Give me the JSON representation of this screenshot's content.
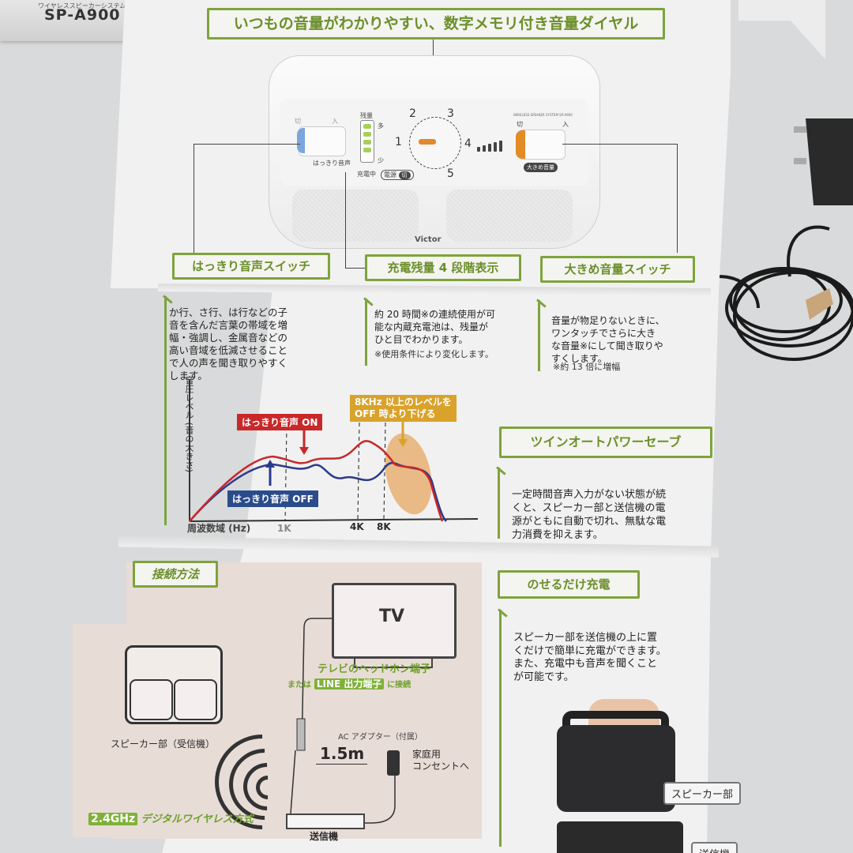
{
  "box": {
    "subtitle": "ワイヤレススピーカーシステム",
    "model": "SP-A900"
  },
  "headline": "いつもの音量がわかりやすい、数字メモリ付き音量ダイヤル",
  "product": {
    "brand": "Victor",
    "left_switch": {
      "off": "切",
      "on": "入",
      "label": "はっきり音声"
    },
    "battery": {
      "title": "残量",
      "high": "多",
      "low": "少",
      "charging": "充電中",
      "power": "電源",
      "power_off": "切"
    },
    "dial_numbers": [
      "1",
      "2",
      "3",
      "4",
      "5"
    ],
    "right_switch": {
      "off": "切",
      "on": "入",
      "label": "大きめ音量",
      "model_text": "WIRELESS SPEAKER SYSTEM SP-A900"
    }
  },
  "feature_labels": {
    "clear_voice": "はっきり音声スイッチ",
    "battery": "充電残量 4 段階表示",
    "loud": "大きめ音量スイッチ",
    "auto_power": "ツインオートパワーセーブ",
    "connection": "接続方法",
    "charge": "のせるだけ充電"
  },
  "descriptions": {
    "clear_voice": "か行、さ行、は行などの子\n音を含んだ言葉の帯域を増\n幅・強調し、金属音などの\n高い音域を低減させること\nで人の声を聞き取りやすく\nします。",
    "battery": "約 20 時間※の連続使用が可\n能な内蔵充電池は、残量が\nひと目でわかります。",
    "battery_note": "※使用条件により変化します。",
    "loud": "音量が物足りないときに、\nワンタッチでさらに大き\nな音量※にして聞き取りや\nすくします。",
    "loud_note": "※約 13 倍に増幅",
    "auto_power": "一定時間音声入力がない状態が続\nくと、スピーカー部と送信機の電\n源がともに自動で切れ、無駄な電\n力消費を抑えます。",
    "charge": "スピーカー部を送信機の上に置\nくだけで簡単に充電ができます。\nまた、充電中も音声を聞くこと\nが可能です。"
  },
  "chart_data": {
    "type": "line",
    "title": "",
    "xlabel": "周波数域 (Hz)",
    "ylabel": "音圧レベル (音の大きさ)",
    "x_ticks": [
      "1K",
      "4K",
      "8K"
    ],
    "series": [
      {
        "name": "はっきり音声 ON",
        "color": "#c8282a",
        "shape": "rises to plateau, peak near 4K, reduced above 8K"
      },
      {
        "name": "はっきり音声 OFF",
        "color": "#2b3a8c",
        "shape": "slightly lower mid band, higher above 8K"
      }
    ],
    "annotations": [
      {
        "text": "はっきり音声 ON",
        "color": "#c8282a"
      },
      {
        "text": "はっきり音声 OFF",
        "color": "#2b4c8c"
      },
      {
        "text": "8KHz 以上のレベルを\nOFF 時より下げる",
        "color": "#d9a22a"
      }
    ],
    "grid": false
  },
  "connection": {
    "tv": "TV",
    "tv_port_line1": "テレビのヘッドホン端子",
    "tv_port_or": "または",
    "tv_port_line": "LINE 出力端子",
    "tv_port_suffix": "に接続",
    "speaker_label": "スピーカー部（受信機）",
    "adapter": "AC アダプター（付属）",
    "outlet": "家庭用\nコンセントへ",
    "cable_length": "1.5m",
    "transmitter": "送信機",
    "wireless_band": "2.4GHz",
    "wireless_text": "デジタルワイヤレス方式"
  },
  "photo_callouts": {
    "speaker": "スピーカー部",
    "transmitter": "送信機"
  },
  "colors": {
    "accent_green": "#7ea33c",
    "on_red": "#c8282a",
    "off_blue": "#2b4c8c",
    "highlight_orange": "#d9a22a"
  }
}
